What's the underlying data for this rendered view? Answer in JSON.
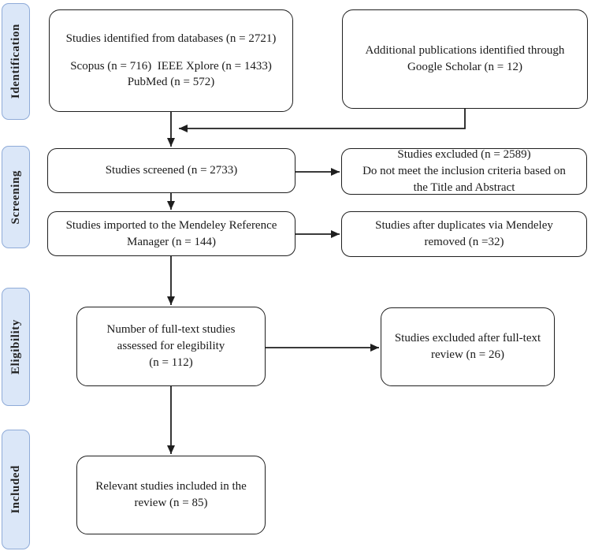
{
  "sidebar": {
    "identification": "Identification",
    "screening": "Screening",
    "eligibility": "Eligibility",
    "included": "Included"
  },
  "boxes": {
    "identified": {
      "line1": "Studies identified from databases (n = 2721)",
      "line2": "Scopus (n = 716)  IEEE Xplore (n = 1433)",
      "line3": "PubMed (n = 572)"
    },
    "additional": {
      "line1": "Additional publications identified through",
      "line2": "Google Scholar (n = 12)"
    },
    "screened": {
      "line1": "Studies screened (n = 2733)"
    },
    "excluded_screening": {
      "line1": "Studies excluded (n = 2589)",
      "line2": "Do not meet the inclusion criteria based on",
      "line3": "the Title and Abstract"
    },
    "imported": {
      "line1": "Studies imported to the Mendeley Reference",
      "line2": "Manager (n = 144)"
    },
    "duplicates": {
      "line1": "Studies after duplicates via Mendeley",
      "line2": "removed (n =32)"
    },
    "fulltext": {
      "line1": "Number of full-text studies",
      "line2": "assessed for elegibility",
      "line3": "(n = 112)"
    },
    "excluded_fulltext": {
      "line1": "Studies excluded after full-text",
      "line2": "review (n = 26)"
    },
    "included": {
      "line1": "Relevant studies included in the",
      "line2": "review (n = 85)"
    }
  },
  "colors": {
    "stage_fill": "#dbe7f8",
    "stage_border": "#8fabd8",
    "box_border": "#1f1f1f",
    "arrow": "#1f1f1f",
    "text": "#1a1a1a"
  }
}
